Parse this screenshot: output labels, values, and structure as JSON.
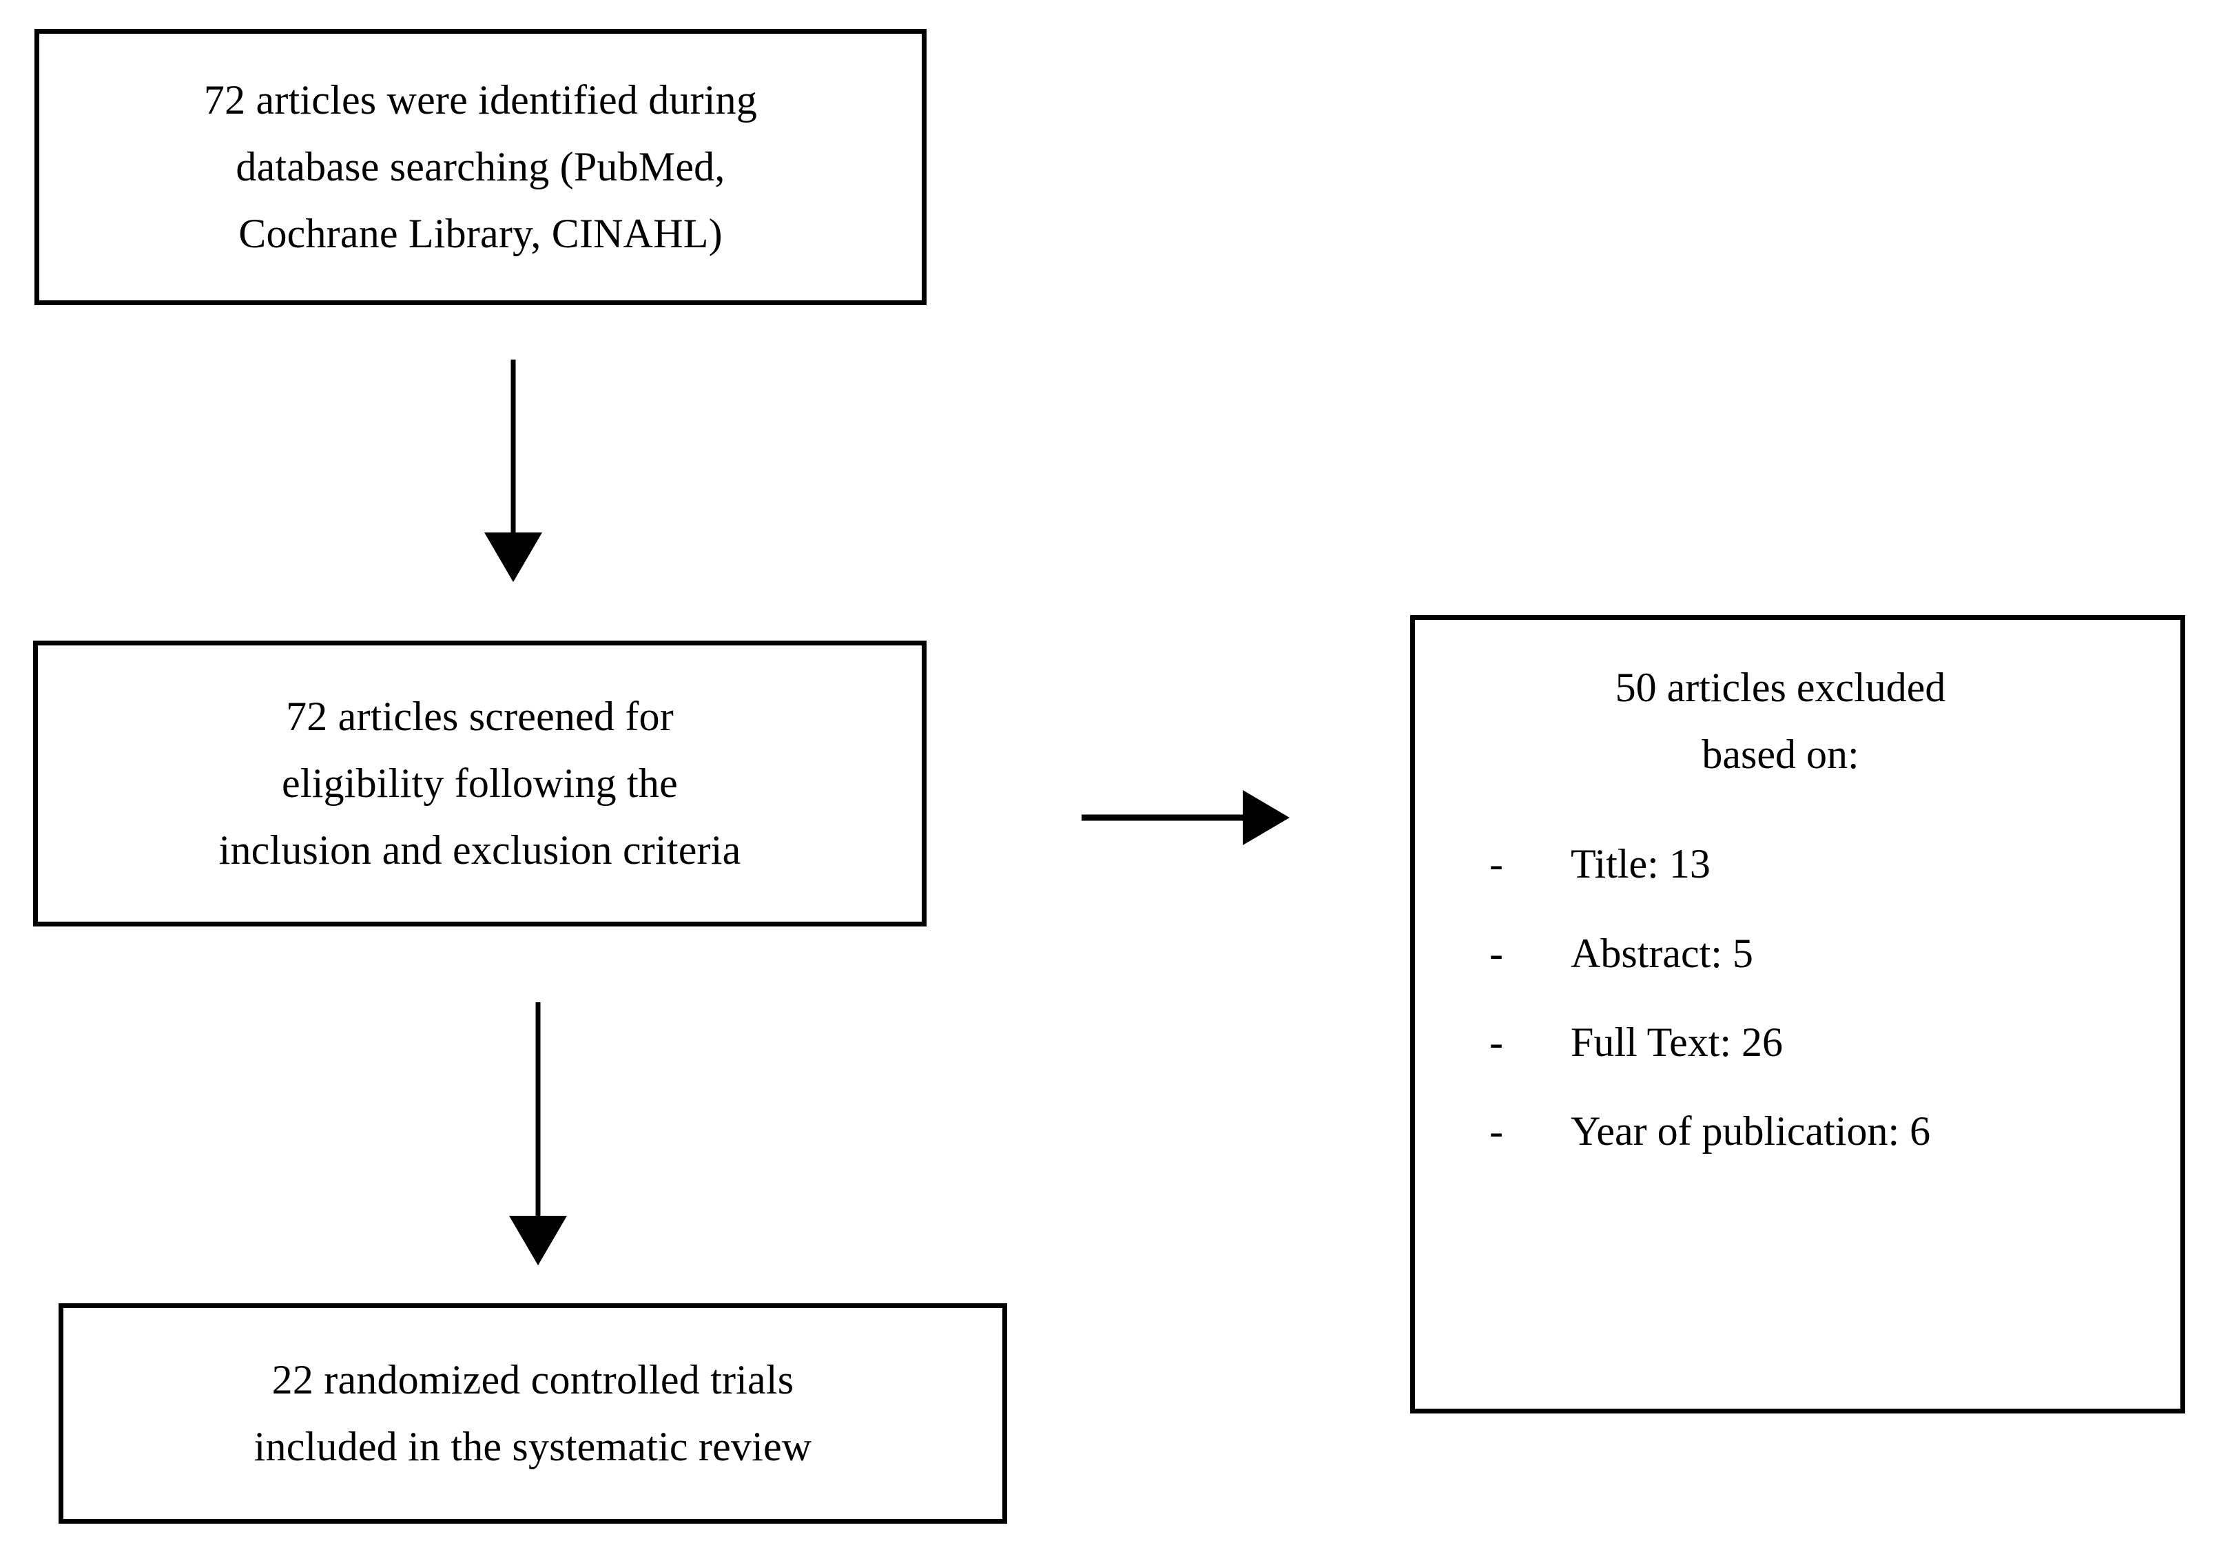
{
  "diagram": {
    "type": "prisma-flow-diagram",
    "boxes": {
      "identified": {
        "text": "72 articles were identified during\ndatabase searching (PubMed,\nCochrane Library, CINAHL)",
        "count": 72
      },
      "screened": {
        "text": "72 articles screened for\neligibility following the\ninclusion and exclusion criteria",
        "count": 72
      },
      "included": {
        "text": "22 randomized controlled trials\nincluded in the systematic review",
        "count": 22
      },
      "excluded": {
        "heading": "50 articles excluded\nbased on:",
        "count": 50,
        "reasons": [
          {
            "dash": "-",
            "label": "Title: 13",
            "value": 13
          },
          {
            "dash": "-",
            "label": "Abstract: 5",
            "value": 5
          },
          {
            "dash": "-",
            "label": "Full Text: 26",
            "value": 26
          },
          {
            "dash": "-",
            "label": "Year of publication: 6",
            "value": 6
          }
        ]
      }
    },
    "colors": {
      "stroke": "#000000",
      "background": "#ffffff",
      "text": "#000000"
    }
  }
}
